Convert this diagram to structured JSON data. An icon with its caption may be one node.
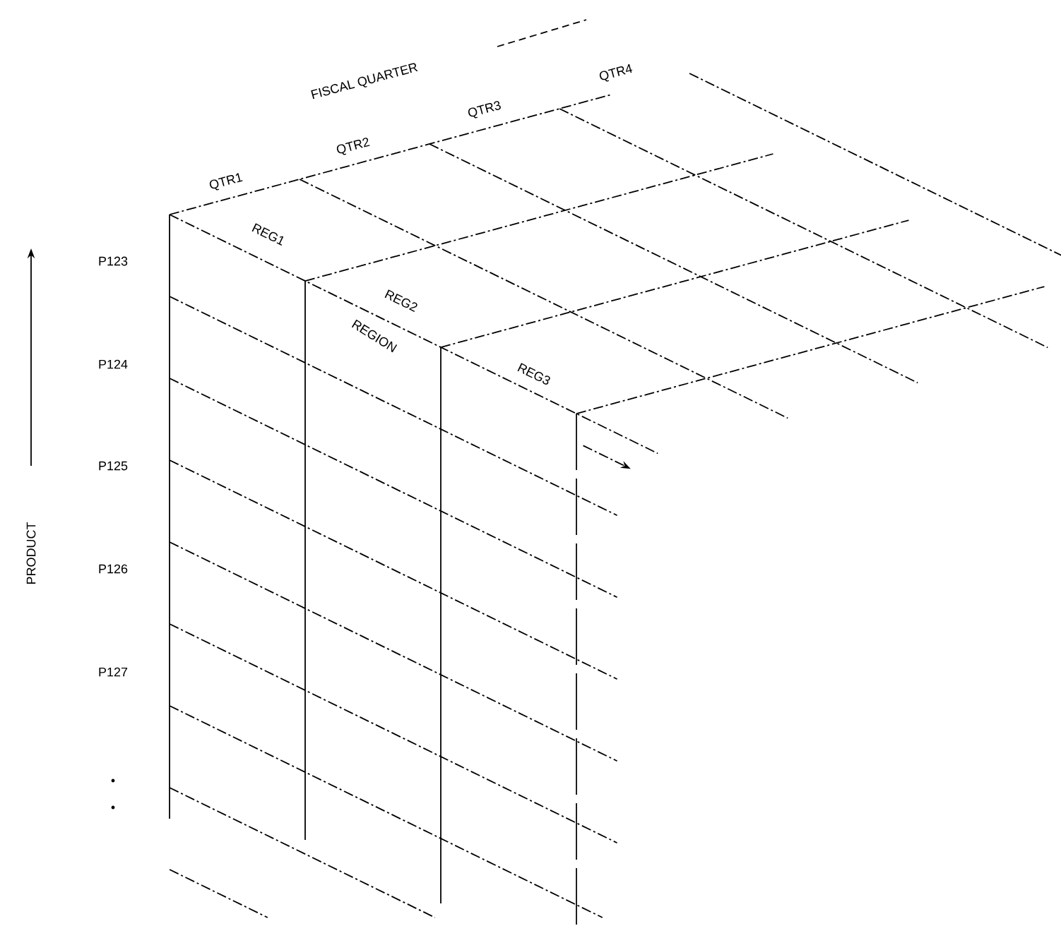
{
  "diagram": {
    "labels": [
      "FISCAL QUARTER",
      "QTR1",
      "QTR2",
      "QTR3",
      "QTR4",
      "REG1",
      "REG2",
      "REGION",
      "REG3",
      "PRODUCT",
      "P123",
      "P124",
      "P125",
      "P126",
      "P127"
    ]
  }
}
